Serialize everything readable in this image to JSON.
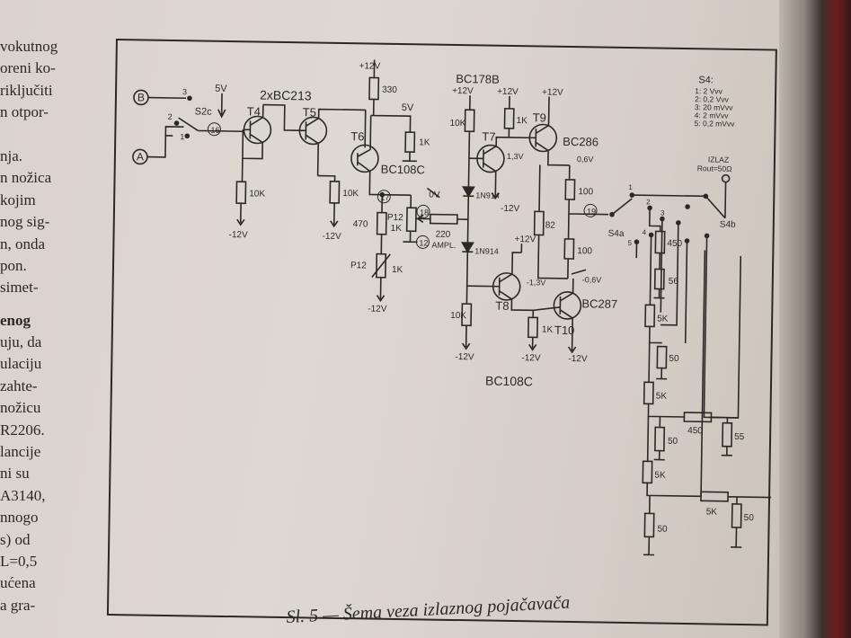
{
  "left_column": [
    "vokutnog",
    "oreni ko-",
    "riključiti",
    "n otpor-",
    "",
    "nja.",
    "n nožica",
    "kojim",
    "nog sig-",
    "n, onda",
    "pon.",
    "simet-",
    "enog",
    "uju, da",
    "ulaciju",
    "zahte-",
    "nožicu",
    "R2206.",
    "lancije",
    "ni su",
    "A3140,",
    "nnogo",
    "s) od",
    "L=0,5",
    "ućena",
    "a gra-"
  ],
  "caption": "Sl. 5 — Šema veza izlaznog pojačavača",
  "schematic": {
    "inputs": {
      "b": "B",
      "a": "A"
    },
    "switch_s2c": {
      "label": "S2c",
      "pos1": "1",
      "pos2": "2",
      "pos3": "3",
      "node": "16"
    },
    "supplies": {
      "v5": "5V",
      "v5b": "5V",
      "p12_top": "+12V",
      "p12_t7": "+12V",
      "p12_t9": "+12V",
      "p12_d": "+12V",
      "p12_t8": "+12V",
      "m12_t4": "-12V",
      "m12_t5": "-12V",
      "m12_p12": "-12V",
      "m12_t7": "-12V",
      "m12_t8r": "-12V",
      "m12_t8": "-12V",
      "m12_t10": "-12V"
    },
    "transistors": {
      "pair": "2xBC213",
      "t4": "T4",
      "t5": "T5",
      "t6": "T6",
      "t6_type": "BC108C",
      "t7": "T7",
      "t9": "T9",
      "t9_type": "BC286",
      "t7_type": "BC178B",
      "t8": "T8",
      "t10": "T10",
      "t10_type": "BC287",
      "t8_type": "BC108C"
    },
    "resistors": {
      "r_t4": "10K",
      "r_t5": "10K",
      "r_330": "330",
      "r_1k_t6": "1K",
      "r_470": "470",
      "p12": "P12",
      "p12_val": "1K",
      "p12b": "P12",
      "p12b_val": "1K",
      "r_220": "220",
      "r_10k_d": "10K",
      "r_1k_t7": "1K",
      "r_100a": "100",
      "r_82": "82",
      "r_100b": "100",
      "r_10k_t8": "10K",
      "r_1k_t8": "1K",
      "ladder": [
        "450",
        "56",
        "5K",
        "50",
        "5K",
        "450",
        "50",
        "55",
        "5K",
        "5K",
        "50",
        "50"
      ]
    },
    "diodes": {
      "d1": "1N914",
      "d2": "1N914"
    },
    "nodes": {
      "n17": "17",
      "n18": "18",
      "n12": "12",
      "n19": "19",
      "v0": "0V",
      "ampl": "AMPL."
    },
    "voltages": {
      "v13": "1,3V",
      "v06": "0,6V",
      "vm06": "-0,6V",
      "vm13": "-1,3V"
    },
    "switch_s4": {
      "title": "S4:",
      "positions": [
        "1: 2 Vvv",
        "2: 0,2 Vvv",
        "3: 20 mVvv",
        "4: 2 mVvv",
        "5: 0,2 mVvv"
      ],
      "s4a": "S4a",
      "s4b": "S4b",
      "contacts": [
        "1",
        "2",
        "3",
        "4",
        "5"
      ]
    },
    "output": {
      "izlaz": "IZLAZ",
      "rout": "Rout=50Ω"
    }
  }
}
